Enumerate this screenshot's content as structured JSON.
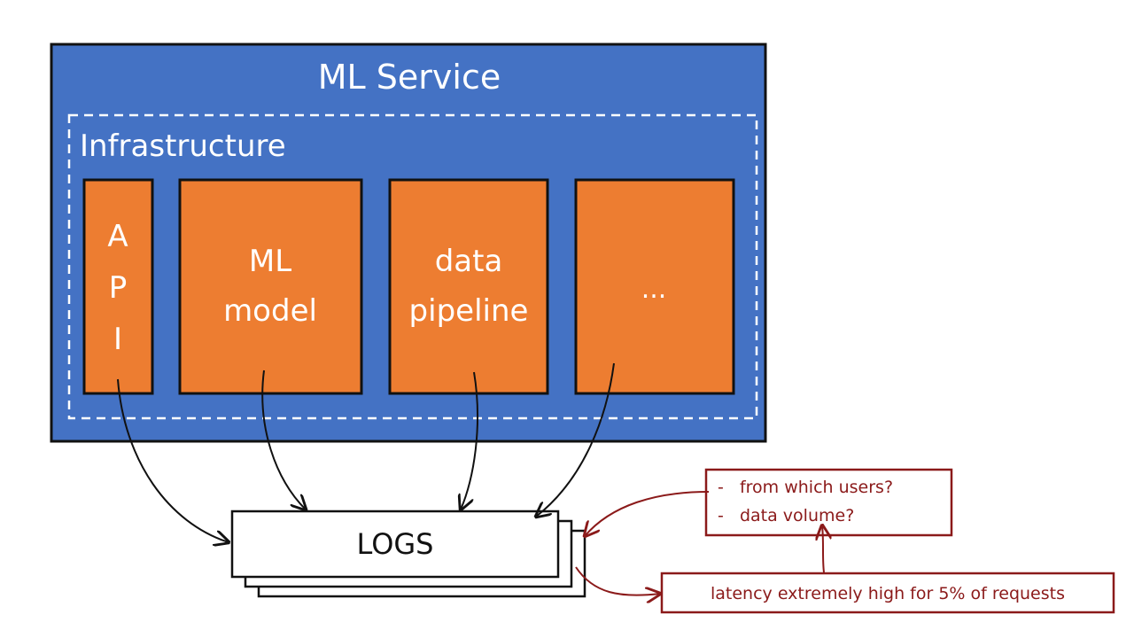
{
  "diagram": {
    "service_title": "ML Service",
    "infrastructure_label": "Infrastructure",
    "components": [
      {
        "id": "api",
        "lines": [
          "A",
          "P",
          "I"
        ]
      },
      {
        "id": "ml-model",
        "lines": [
          "ML",
          "model"
        ]
      },
      {
        "id": "data-pipeline",
        "lines": [
          "data",
          "pipeline"
        ]
      },
      {
        "id": "more",
        "lines": [
          "..."
        ]
      }
    ],
    "logs_label": "LOGS",
    "questions": {
      "items": [
        "-   from which users?",
        "-   data volume?"
      ]
    },
    "latency_note": "latency extremely high for 5% of requests",
    "colors": {
      "service_blue": "#4472C4",
      "component_orange": "#ED7D31",
      "stroke_black": "#111111",
      "annotation_red": "#8B1A1A",
      "white": "#FFFFFF"
    }
  }
}
